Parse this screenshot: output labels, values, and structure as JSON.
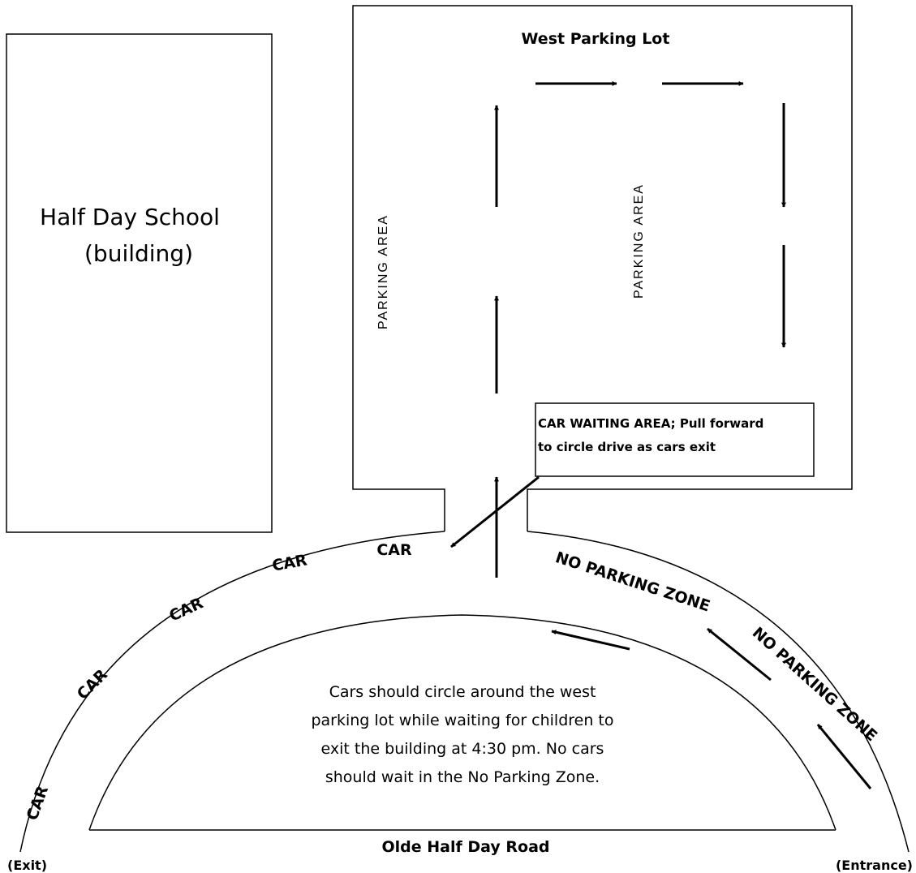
{
  "building": {
    "line1": "Half Day School",
    "line2": "(building)"
  },
  "lot": {
    "title": "West Parking Lot",
    "parking_left": "PARKING AREA",
    "parking_center": "PARKING AREA"
  },
  "waiting_box": {
    "line1": "CAR WAITING AREA; Pull forward",
    "line2": "to circle drive as cars exit"
  },
  "cars": [
    "CAR",
    "CAR",
    "CAR",
    "CAR",
    "CAR"
  ],
  "no_parking": [
    "NO PARKING ZONE",
    "NO PARKING ZONE"
  ],
  "instructions": [
    "Cars should circle around the west",
    "parking lot while waiting for children to",
    "exit the building at 4:30 pm.  No cars",
    "should wait in the No Parking Zone."
  ],
  "road": {
    "name": "Olde Half Day Road",
    "exit": "(Exit)",
    "entrance": "(Entrance)"
  }
}
